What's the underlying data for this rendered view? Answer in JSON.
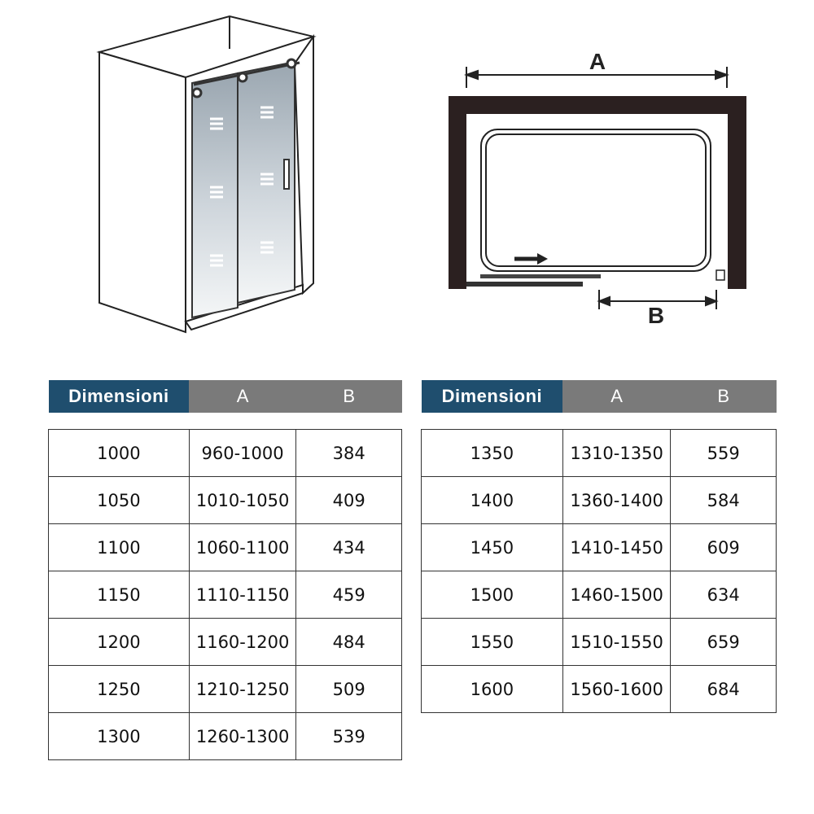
{
  "plan_labels": {
    "a": "A",
    "b": "B"
  },
  "left_table": {
    "headers": [
      "Dimensioni",
      "A",
      "B"
    ],
    "rows": [
      [
        "1000",
        "960-1000",
        "384"
      ],
      [
        "1050",
        "1010-1050",
        "409"
      ],
      [
        "1100",
        "1060-1100",
        "434"
      ],
      [
        "1150",
        "1110-1150",
        "459"
      ],
      [
        "1200",
        "1160-1200",
        "484"
      ],
      [
        "1250",
        "1210-1250",
        "509"
      ],
      [
        "1300",
        "1260-1300",
        "539"
      ]
    ]
  },
  "right_table": {
    "headers": [
      "Dimensioni",
      "A",
      "B"
    ],
    "rows": [
      [
        "1350",
        "1310-1350",
        "559"
      ],
      [
        "1400",
        "1360-1400",
        "584"
      ],
      [
        "1450",
        "1410-1450",
        "609"
      ],
      [
        "1500",
        "1460-1500",
        "634"
      ],
      [
        "1550",
        "1510-1550",
        "659"
      ],
      [
        "1600",
        "1560-1600",
        "684"
      ]
    ]
  },
  "colors": {
    "header_primary": "#1f4e6e",
    "header_secondary": "#7a7a7a",
    "wall": "#2b2020"
  }
}
